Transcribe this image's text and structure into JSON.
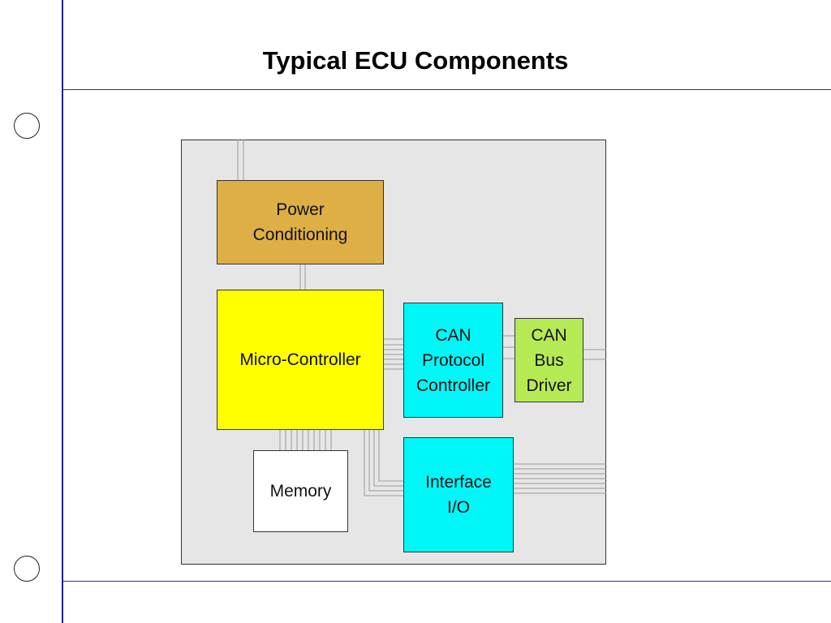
{
  "title": "Typical ECU Components",
  "colors": {
    "power": "#ddaf45",
    "micro": "#ffff00",
    "can": "#00f7f7",
    "driver": "#b6ea55",
    "memory": "#ffffff",
    "panel": "#e6e6e6",
    "rule": "#1f1f8f"
  },
  "components": {
    "power": "Power\nConditioning",
    "micro": "Micro-Controller",
    "can_protocol": "CAN\nProtocol\nController",
    "can_driver": "CAN\nBus\nDriver",
    "memory": "Memory",
    "interface": "Interface\nI/O"
  }
}
